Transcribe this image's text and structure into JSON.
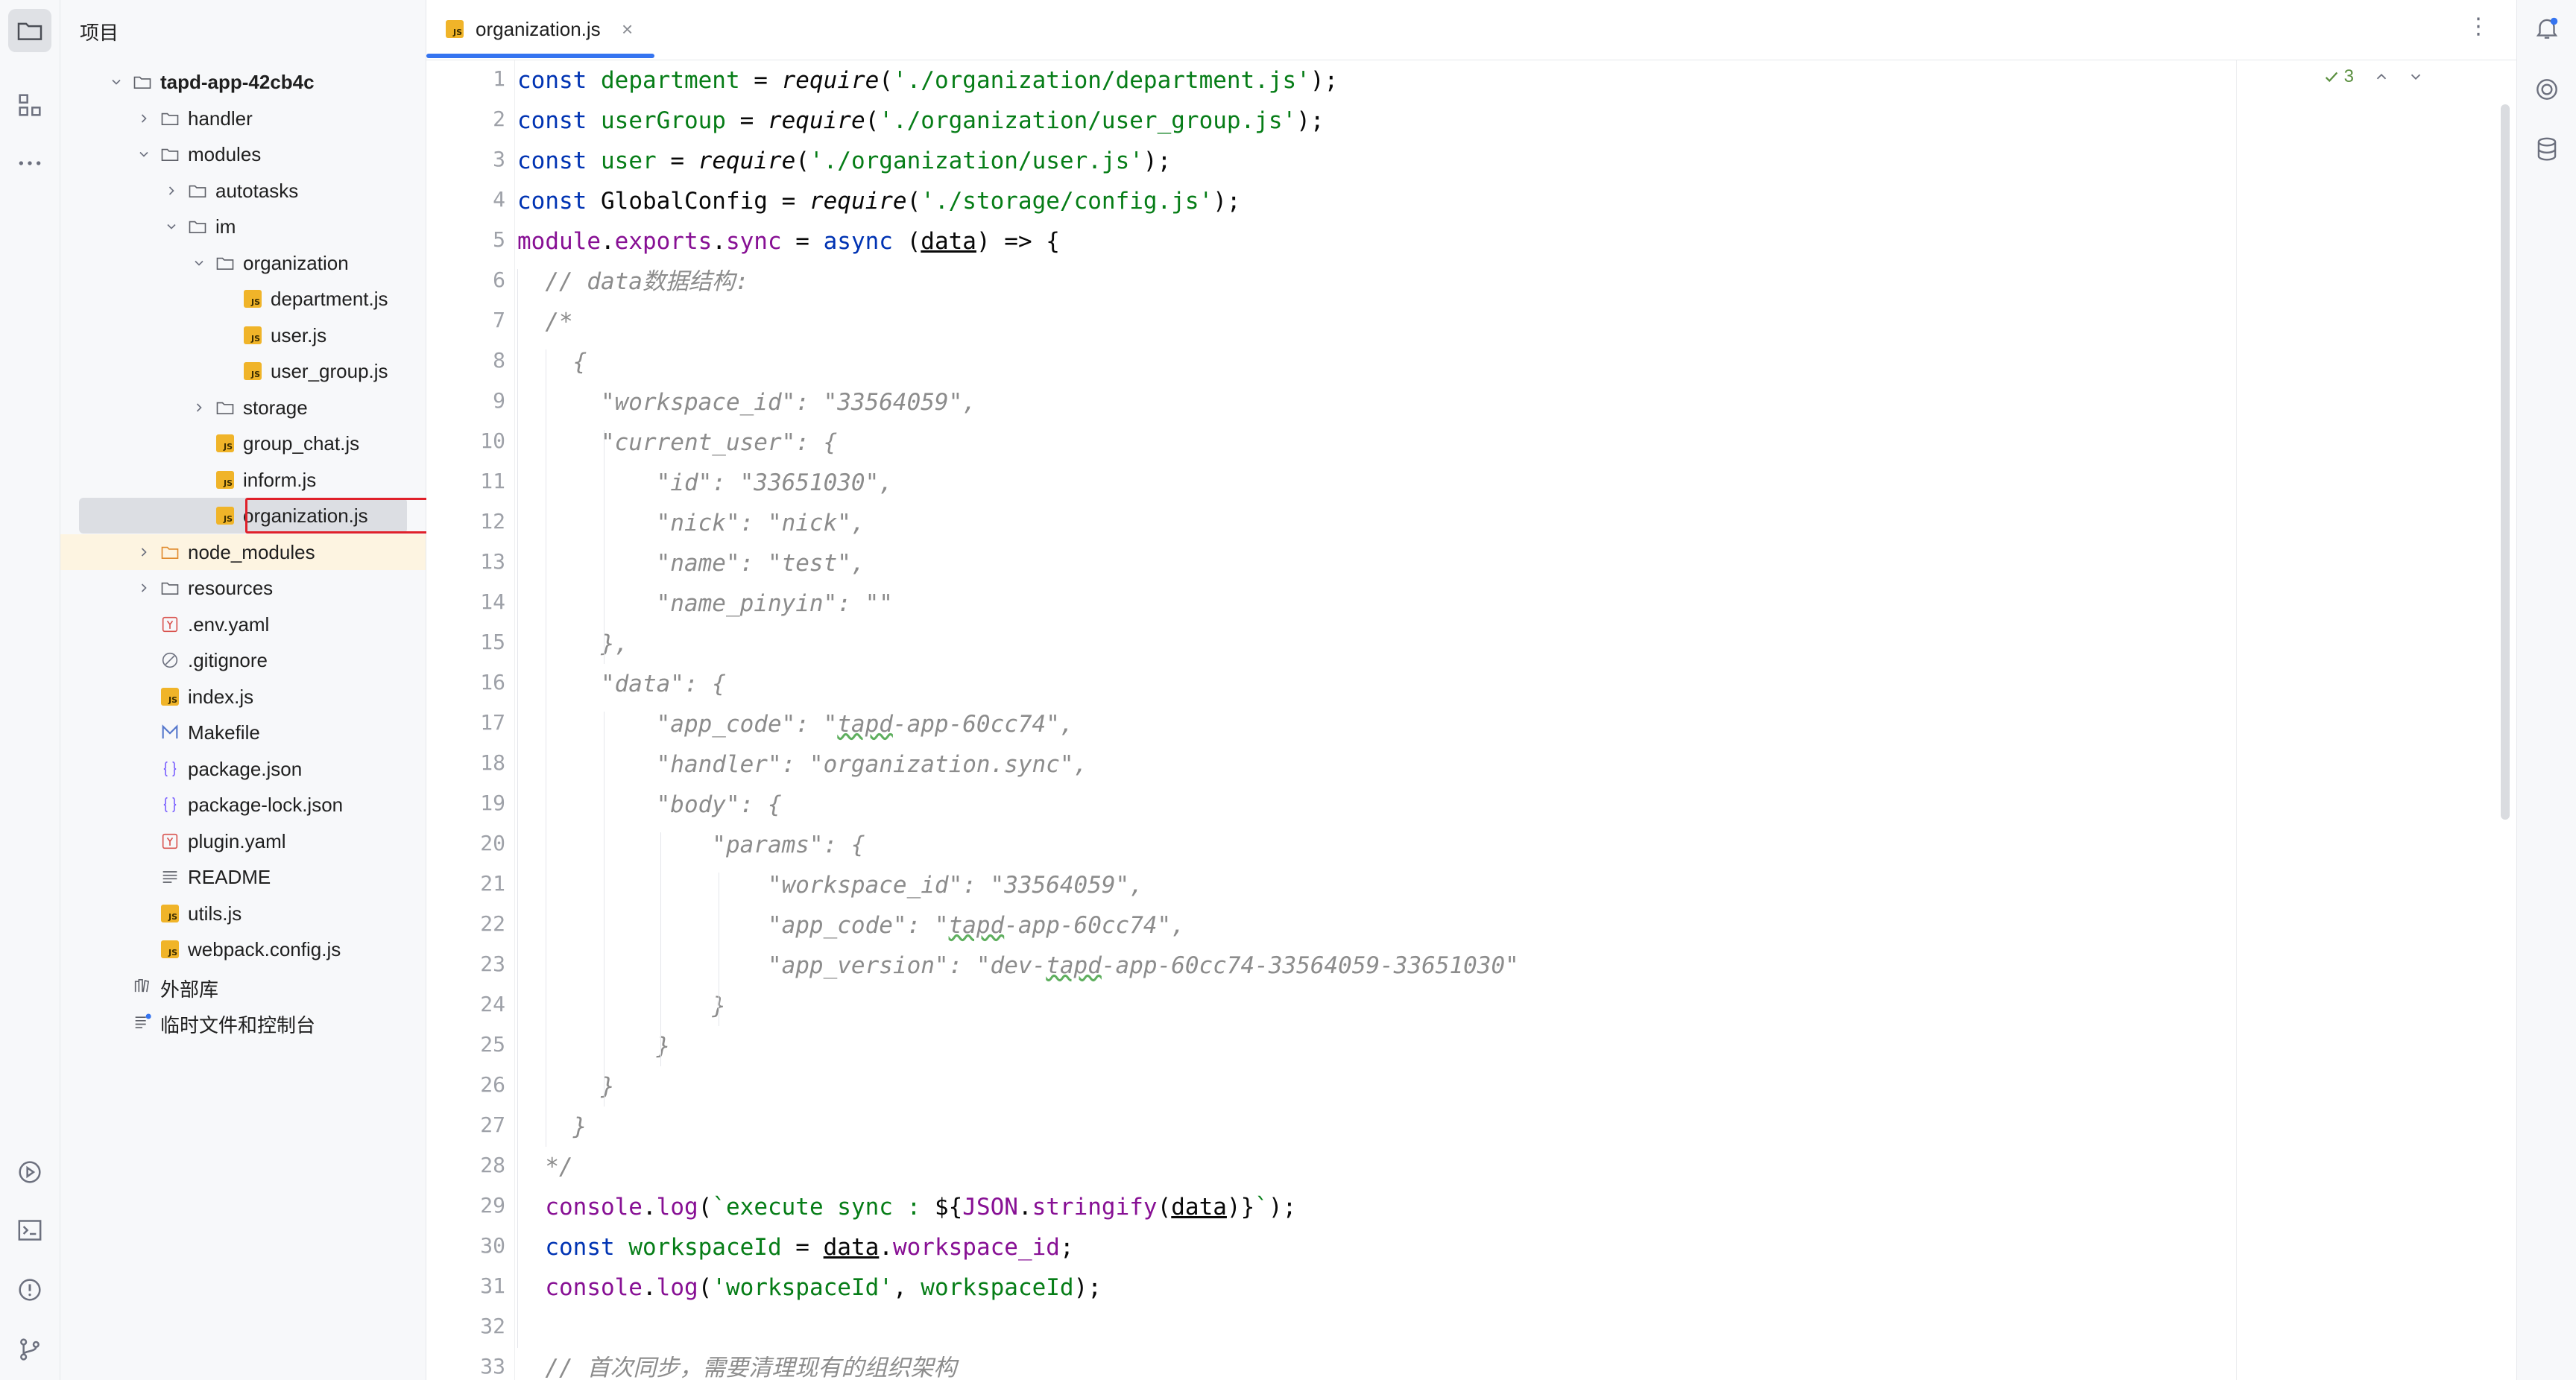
{
  "project_panel": {
    "title": "项目",
    "tree": [
      {
        "label": "tapd-app-42cb4c",
        "depth": 0,
        "type": "folder",
        "expanded": true,
        "bold": true
      },
      {
        "label": "handler",
        "depth": 1,
        "type": "folder",
        "expanded": false
      },
      {
        "label": "modules",
        "depth": 1,
        "type": "folder",
        "expanded": true
      },
      {
        "label": "autotasks",
        "depth": 2,
        "type": "folder",
        "expanded": false
      },
      {
        "label": "im",
        "depth": 2,
        "type": "folder",
        "expanded": true
      },
      {
        "label": "organization",
        "depth": 3,
        "type": "folder",
        "expanded": true
      },
      {
        "label": "department.js",
        "depth": 4,
        "type": "js"
      },
      {
        "label": "user.js",
        "depth": 4,
        "type": "js"
      },
      {
        "label": "user_group.js",
        "depth": 4,
        "type": "js"
      },
      {
        "label": "storage",
        "depth": 3,
        "type": "folder",
        "expanded": false
      },
      {
        "label": "group_chat.js",
        "depth": 3,
        "type": "js"
      },
      {
        "label": "inform.js",
        "depth": 3,
        "type": "js"
      },
      {
        "label": "organization.js",
        "depth": 3,
        "type": "js",
        "selected": true
      },
      {
        "label": "node_modules",
        "depth": 1,
        "type": "folder-orange",
        "expanded": false,
        "highlighted": true
      },
      {
        "label": "resources",
        "depth": 1,
        "type": "folder",
        "expanded": false
      },
      {
        "label": ".env.yaml",
        "depth": 1,
        "type": "yaml"
      },
      {
        "label": ".gitignore",
        "depth": 1,
        "type": "ignore"
      },
      {
        "label": "index.js",
        "depth": 1,
        "type": "js"
      },
      {
        "label": "Makefile",
        "depth": 1,
        "type": "makefile"
      },
      {
        "label": "package.json",
        "depth": 1,
        "type": "json"
      },
      {
        "label": "package-lock.json",
        "depth": 1,
        "type": "json"
      },
      {
        "label": "plugin.yaml",
        "depth": 1,
        "type": "yaml"
      },
      {
        "label": "README",
        "depth": 1,
        "type": "text"
      },
      {
        "label": "utils.js",
        "depth": 1,
        "type": "js"
      },
      {
        "label": "webpack.config.js",
        "depth": 1,
        "type": "js"
      },
      {
        "label": "外部库",
        "depth": 0,
        "type": "library"
      },
      {
        "label": "临时文件和控制台",
        "depth": 0,
        "type": "scratch"
      }
    ]
  },
  "editor": {
    "tab_label": "organization.js",
    "tab_close": "×",
    "inspection_count": "3",
    "code_lines": [
      "<span class='kw'>const</span> <span class='var'>department</span> = <span class='fn-i'>require</span>(<span class='str'>'./organization/department.js'</span>);",
      "<span class='kw'>const</span> <span class='var'>userGroup</span> = <span class='fn-i'>require</span>(<span class='str'>'./organization/user_group.js'</span>);",
      "<span class='kw'>const</span> <span class='var'>user</span> = <span class='fn-i'>require</span>(<span class='str'>'./organization/user.js'</span>);",
      "<span class='kw'>const</span> GlobalConfig = <span class='fn-i'>require</span>(<span class='str'>'./storage/config.js'</span>);",
      "<span class='prop'>module</span>.<span class='prop'>exports</span>.<span class='prop'>sync</span> = <span class='kw'>async</span> (<span class='und'>data</span>) => {",
      "  <span class='cmt'>// data数据结构:</span>",
      "  <span class='cmt'>/*</span>",
      "<span class='cmt'>    {</span>",
      "<span class='cmt'>      \"workspace_id\": \"33564059\",</span>",
      "<span class='cmt'>      \"current_user\": {</span>",
      "<span class='cmt'>          \"id\": \"33651030\",</span>",
      "<span class='cmt'>          \"nick\": \"nick\",</span>",
      "<span class='cmt'>          \"name\": \"test\",</span>",
      "<span class='cmt'>          \"name_pinyin\": \"\"</span>",
      "<span class='cmt'>      },</span>",
      "<span class='cmt'>      \"data\": {</span>",
      "<span class='cmt'>          \"app_code\": \"<span class='wavy'>tapd</span>-app-60cc74\",</span>",
      "<span class='cmt'>          \"handler\": \"organization.sync\",</span>",
      "<span class='cmt'>          \"body\": {</span>",
      "<span class='cmt'>              \"params\": {</span>",
      "<span class='cmt'>                  \"workspace_id\": \"33564059\",</span>",
      "<span class='cmt'>                  \"app_code\": \"<span class='wavy'>tapd</span>-app-60cc74\",</span>",
      "<span class='cmt'>                  \"app_version\": \"dev-<span class='wavy'>tapd</span>-app-60cc74-33564059-33651030\"</span>",
      "<span class='cmt'>              }</span>",
      "<span class='cmt'>          }</span>",
      "<span class='cmt'>      }</span>",
      "<span class='cmt'>    }</span>",
      "  <span class='cmt'>*/</span>",
      "  <span class='prop'>console</span>.<span class='prop'>log</span>(<span class='str'>`execute sync : </span>${<span class='prop'>JSON</span>.<span class='prop'>stringify</span>(<span class='und'>data</span>)}<span class='str'>`</span>);",
      "  <span class='kw'>const</span> <span class='var'>workspaceId</span> = <span class='und'>data</span>.<span class='prop'>workspace_id</span>;",
      "  <span class='prop'>console</span>.<span class='prop'>log</span>(<span class='str'>'workspaceId'</span>, <span class='var'>workspaceId</span>);",
      "",
      "  <span class='cmt'>// 首次同步，需要清理现有的组织架构</span>"
    ]
  },
  "colors": {
    "accent": "#3574f0",
    "selection_outline": "#e0202a",
    "keyword": "#0033b3",
    "string": "#067d17",
    "comment": "#8c8c8c"
  },
  "icons": {
    "activity_bar": [
      "folder-icon",
      "structure-icon",
      "more-icon",
      "run-icon",
      "terminal-icon",
      "problems-icon",
      "git-icon"
    ],
    "right_strip": [
      "notifications-icon",
      "ai-assistant-icon",
      "database-icon"
    ]
  }
}
